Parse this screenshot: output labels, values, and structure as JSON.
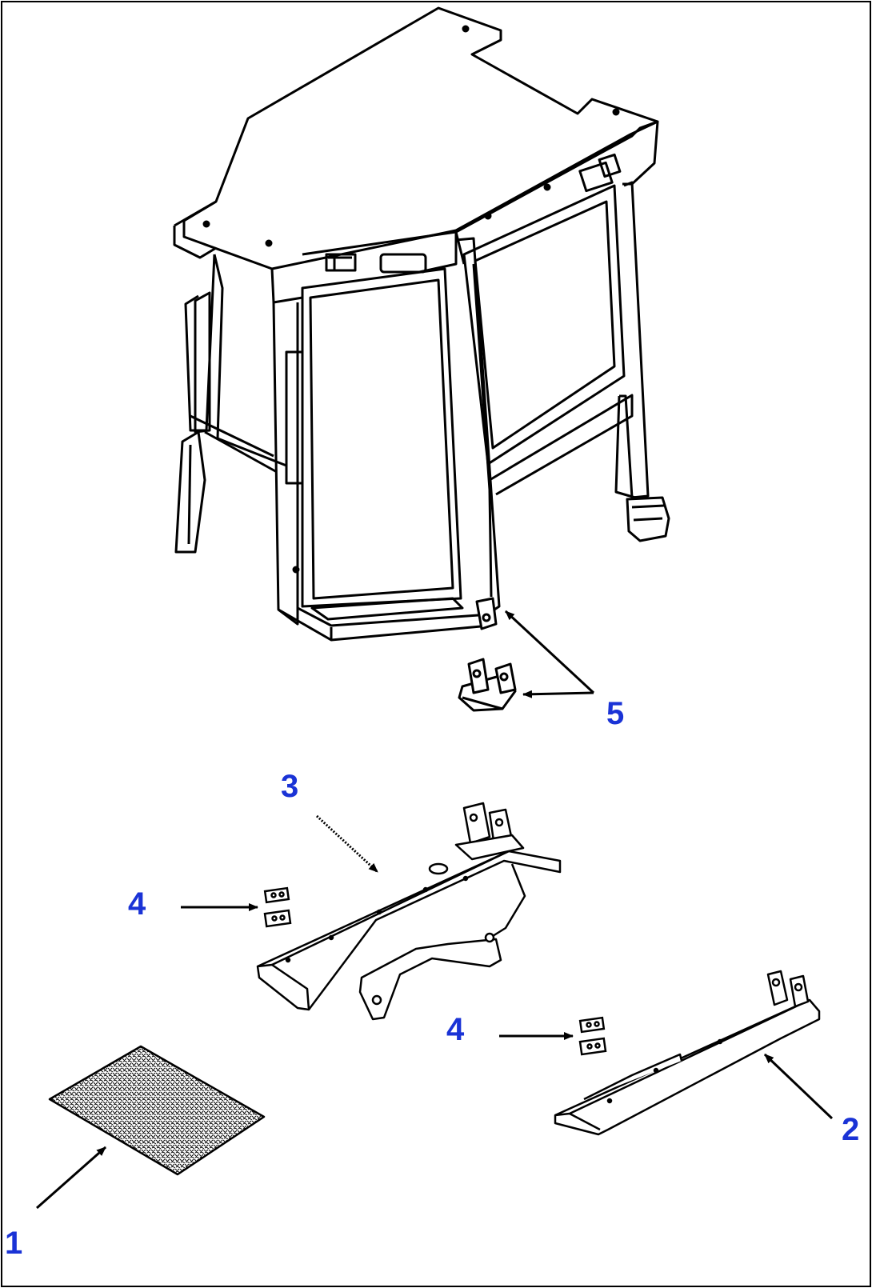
{
  "callouts": {
    "item_1": "1",
    "item_2": "2",
    "item_3": "3",
    "item_4a": "4",
    "item_4b": "4",
    "item_5": "5"
  },
  "colors": {
    "line": "#000000",
    "callout": "#1a33d6",
    "background": "#ffffff"
  }
}
